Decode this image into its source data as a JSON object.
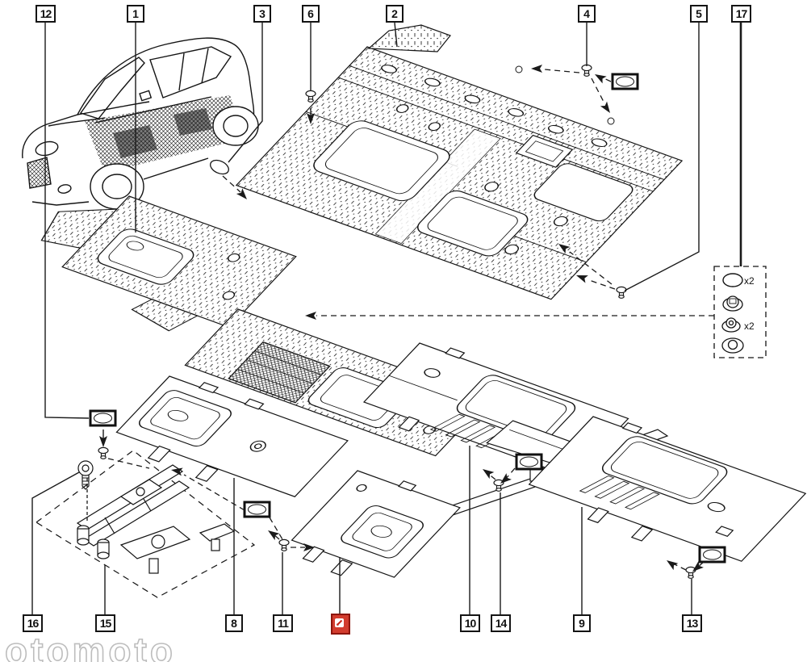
{
  "callouts": {
    "top": [
      {
        "label": "12"
      },
      {
        "label": "1"
      },
      {
        "label": "3"
      },
      {
        "label": "6"
      },
      {
        "label": "2"
      },
      {
        "label": "4"
      },
      {
        "label": "5"
      },
      {
        "label": "17"
      }
    ],
    "bottom": [
      {
        "label": "16"
      },
      {
        "label": "15"
      },
      {
        "label": "8"
      },
      {
        "label": "11"
      },
      {
        "label": "10"
      },
      {
        "label": "14"
      },
      {
        "label": "9"
      },
      {
        "label": "13"
      }
    ]
  },
  "fastener_legend": {
    "items": [
      {
        "icon": "grommet-ring-icon",
        "qty": "x2"
      },
      {
        "icon": "clip-grommet-icon",
        "qty": ""
      },
      {
        "icon": "push-clip-icon",
        "qty": "x2"
      },
      {
        "icon": "washer-grommet-icon",
        "qty": ""
      }
    ]
  },
  "highlight_marker": {
    "icon": "selected-part-icon"
  },
  "watermark": {
    "text": "otomoto"
  },
  "colors": {
    "line": "#1a1a1a",
    "red": "#d23c2e",
    "red_border": "#8c150c",
    "watermark": "#bdbdbd"
  }
}
